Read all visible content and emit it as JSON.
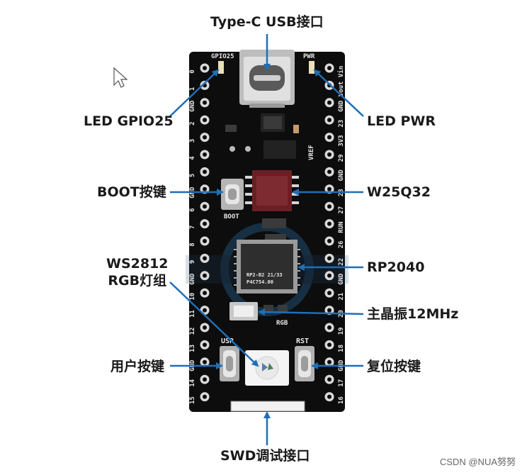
{
  "labels": {
    "usb": "Type-C USB接口",
    "led_gpio25": "LED GPIO25",
    "led_pwr": "LED PWR",
    "boot": "BOOT按键",
    "w25q32": "W25Q32",
    "ws2812_line1": "WS2812",
    "ws2812_line2": "RGB灯组",
    "rp2040": "RP2040",
    "crystal": "主晶振12MHz",
    "user_key": "用户按键",
    "reset_key": "复位按键",
    "swd": "SWD调试接口"
  },
  "silkscreen": {
    "gpio25": "GPIO25",
    "pwr": "PWR",
    "boot": "BOOT",
    "usr": "USR",
    "rst": "RST",
    "rgb": "RGB",
    "vref": "VREF",
    "chip_line1": "RP2-B2 21/33",
    "chip_line2": "P4C754.00",
    "left_pins": [
      "0",
      "1",
      "GND",
      "2",
      "3",
      "4",
      "5",
      "GND",
      "6",
      "7",
      "8",
      "9",
      "GND",
      "10",
      "11",
      "12",
      "13",
      "GND",
      "14",
      "15"
    ],
    "right_pins": [
      "Vin",
      "Vout",
      "GND",
      "23",
      "3V3",
      "29",
      "GND",
      "28",
      "27",
      "RUN",
      "26",
      "22",
      "GND",
      "21",
      "20",
      "19",
      "18",
      "GND",
      "17",
      "16"
    ]
  },
  "watermark": "CSDN @NUA努努",
  "colors": {
    "board": "#0d0d0d",
    "pad": "#d9d9d9",
    "arrow": "#1f6fb5",
    "chip": "#2e2e2e",
    "flash": "#6b1f24"
  }
}
